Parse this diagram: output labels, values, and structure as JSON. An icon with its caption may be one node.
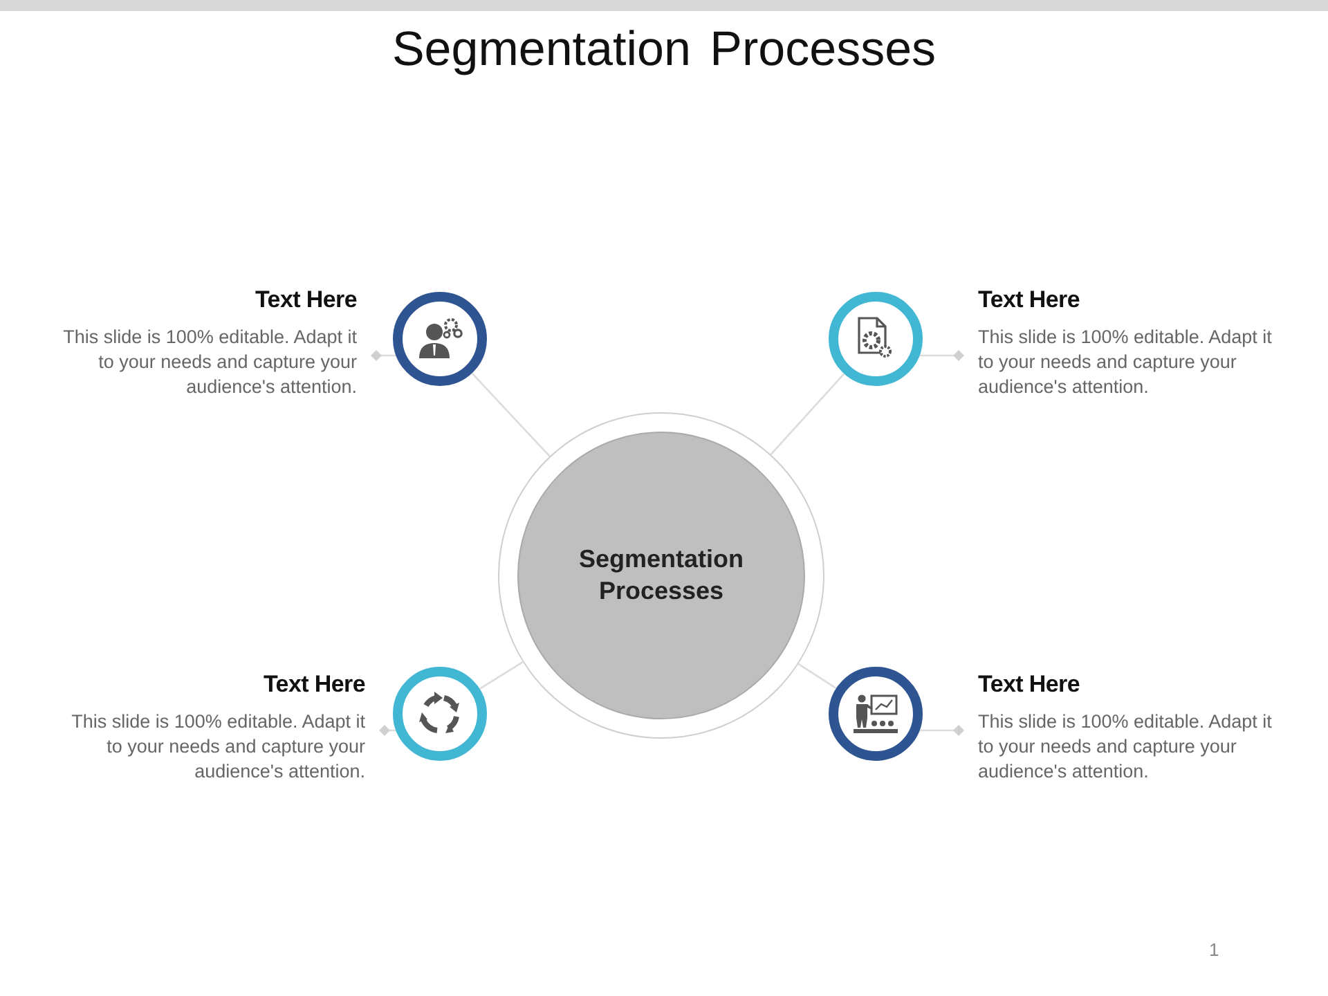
{
  "diagram": {
    "title": "Segmentation Processes",
    "nodes": [
      {
        "text": [
          "Text Here",
          "This slide is 100% editable. Adapt it to your needs and capture your audience's attention."
        ]
      },
      {
        "text": [],
        "shape": "circle"
      },
      {
        "text": [],
        "shape": "circle"
      },
      {
        "text": [
          "Text Here",
          "This slide is 100% editable. Adapt it to your needs and capture your audience's attention."
        ]
      },
      {
        "text": [
          "Segmentation Processes"
        ]
      },
      {
        "text": [
          "Text Here",
          "This slide is 100% editable. Adapt it to your needs and capture your audience's attention."
        ]
      },
      {
        "text": [],
        "shape": "circle"
      },
      {
        "text": [],
        "shape": "circle"
      },
      {
        "text": [
          "Text Here",
          "This slide is 100% editable. Adapt it to your needs and capture your audience's attention."
        ]
      }
    ],
    "edges": [
      {
        "from": 4,
        "to": 1,
        "arrow": "none"
      },
      {
        "from": 4,
        "to": 2,
        "arrow": "none"
      },
      {
        "from": 4,
        "to": 6,
        "arrow": "none"
      },
      {
        "from": 4,
        "to": 7,
        "arrow": "none"
      },
      {
        "from": 1,
        "to": 0,
        "arrow": "other"
      },
      {
        "from": 2,
        "to": 3,
        "arrow": "other"
      },
      {
        "from": 6,
        "to": 5,
        "arrow": "other"
      },
      {
        "from": 7,
        "to": 8,
        "arrow": "other"
      }
    ],
    "labels": [
      "1"
    ]
  }
}
